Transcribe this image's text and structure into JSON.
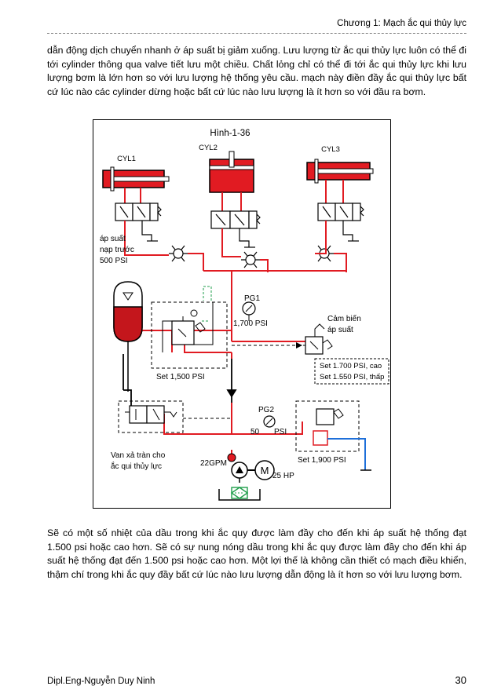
{
  "header": {
    "chapter": "Chương 1: Mạch ắc qui thủy lực"
  },
  "paragraphs": {
    "p1": "dẫn động dịch chuyển nhanh ở áp suất bị giảm xuống. Lưu lượng từ ắc qui thủy lực luôn có thể đi tới cylinder  thông qua valve tiết lưu một chiều. Chất lỏng chỉ có thể đi tới ắc qui thủy lực khi lưu lượng bơm là lớn hơn so với lưu lượng hệ thống yêu cầu. mạch này điền đầy ắc qui thủy lực bất cứ lúc nào các cylinder dừng hoặc bất cứ lúc nào lưu lượng là ít hơn so với đầu ra bơm.",
    "p2": "Sẽ có một số nhiệt của dầu trong khi ắc quy được làm đầy cho đến khi áp suất hệ thống đạt 1.500 psi hoặc cao hơn. Sẽ có sự nung nóng dầu trong khi ắc quy được làm đầy cho đến khi áp suất hệ thống đạt đến 1.500 psi hoặc cao hơn. Một lợi thế là không cần thiết có mạch điều khiển, thậm chí trong khi ắc quy đầy bất cứ lúc nào lưu lượng dẫn động là ít hơn so với lưu lượng bơm."
  },
  "figure": {
    "title": "Hình-1-36",
    "cyl1": "CYL1",
    "cyl2": "CYL2",
    "cyl3": "CYL3",
    "precharge_line1": "áp suất",
    "precharge_line2": "nạp trước",
    "precharge_line3": "500 PSI",
    "pg1": "PG1",
    "pg1_value": "1,700 PSI",
    "sensor_line1": "Cảm biến",
    "sensor_line2": "áp suất",
    "sensor_high": "Set 1.700 PSI, cao",
    "sensor_low": "Set 1.550 PSI, thấp",
    "relief1": "Set 1,500 PSI",
    "pg2": "PG2",
    "pg2_value": "50",
    "pg2_unit": "PSI",
    "dump_line1": "Van xả tràn cho",
    "dump_line2": "ắc qui thủy lực",
    "flow": "22GPM",
    "motor_letter": "M",
    "power": "25 HP",
    "relief2": "Set 1,900 PSI",
    "colors": {
      "pressure": "#e11b22",
      "return": "#1e6fd9",
      "line": "#000000"
    }
  },
  "footer": {
    "author": "Dipl.Eng-Nguyễn Duy Ninh",
    "page": "30"
  }
}
